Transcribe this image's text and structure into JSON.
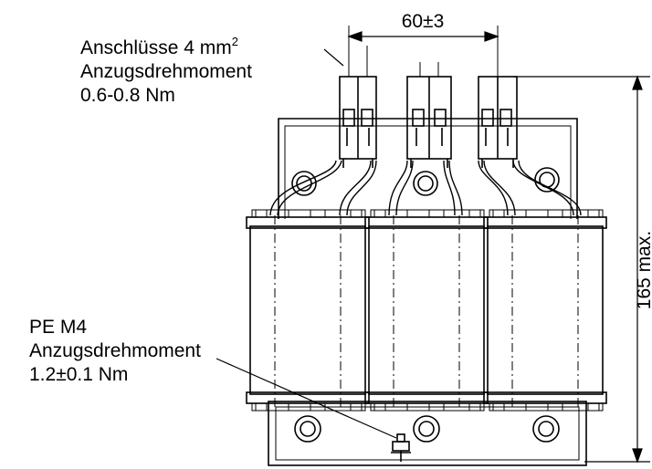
{
  "diagram": {
    "dimension_top": "60±3",
    "dimension_height": "165 max.",
    "terminal_note": {
      "line1_text": "Anschlüsse 4 mm",
      "line1_superscript": "2",
      "line2": "Anzugsdrehmoment",
      "line3": "0.6-0.8 Nm"
    },
    "pe_note": {
      "line1": "PE M4",
      "line2": "Anzugsdrehmoment",
      "line3": "1.2±0.1 Nm"
    }
  }
}
